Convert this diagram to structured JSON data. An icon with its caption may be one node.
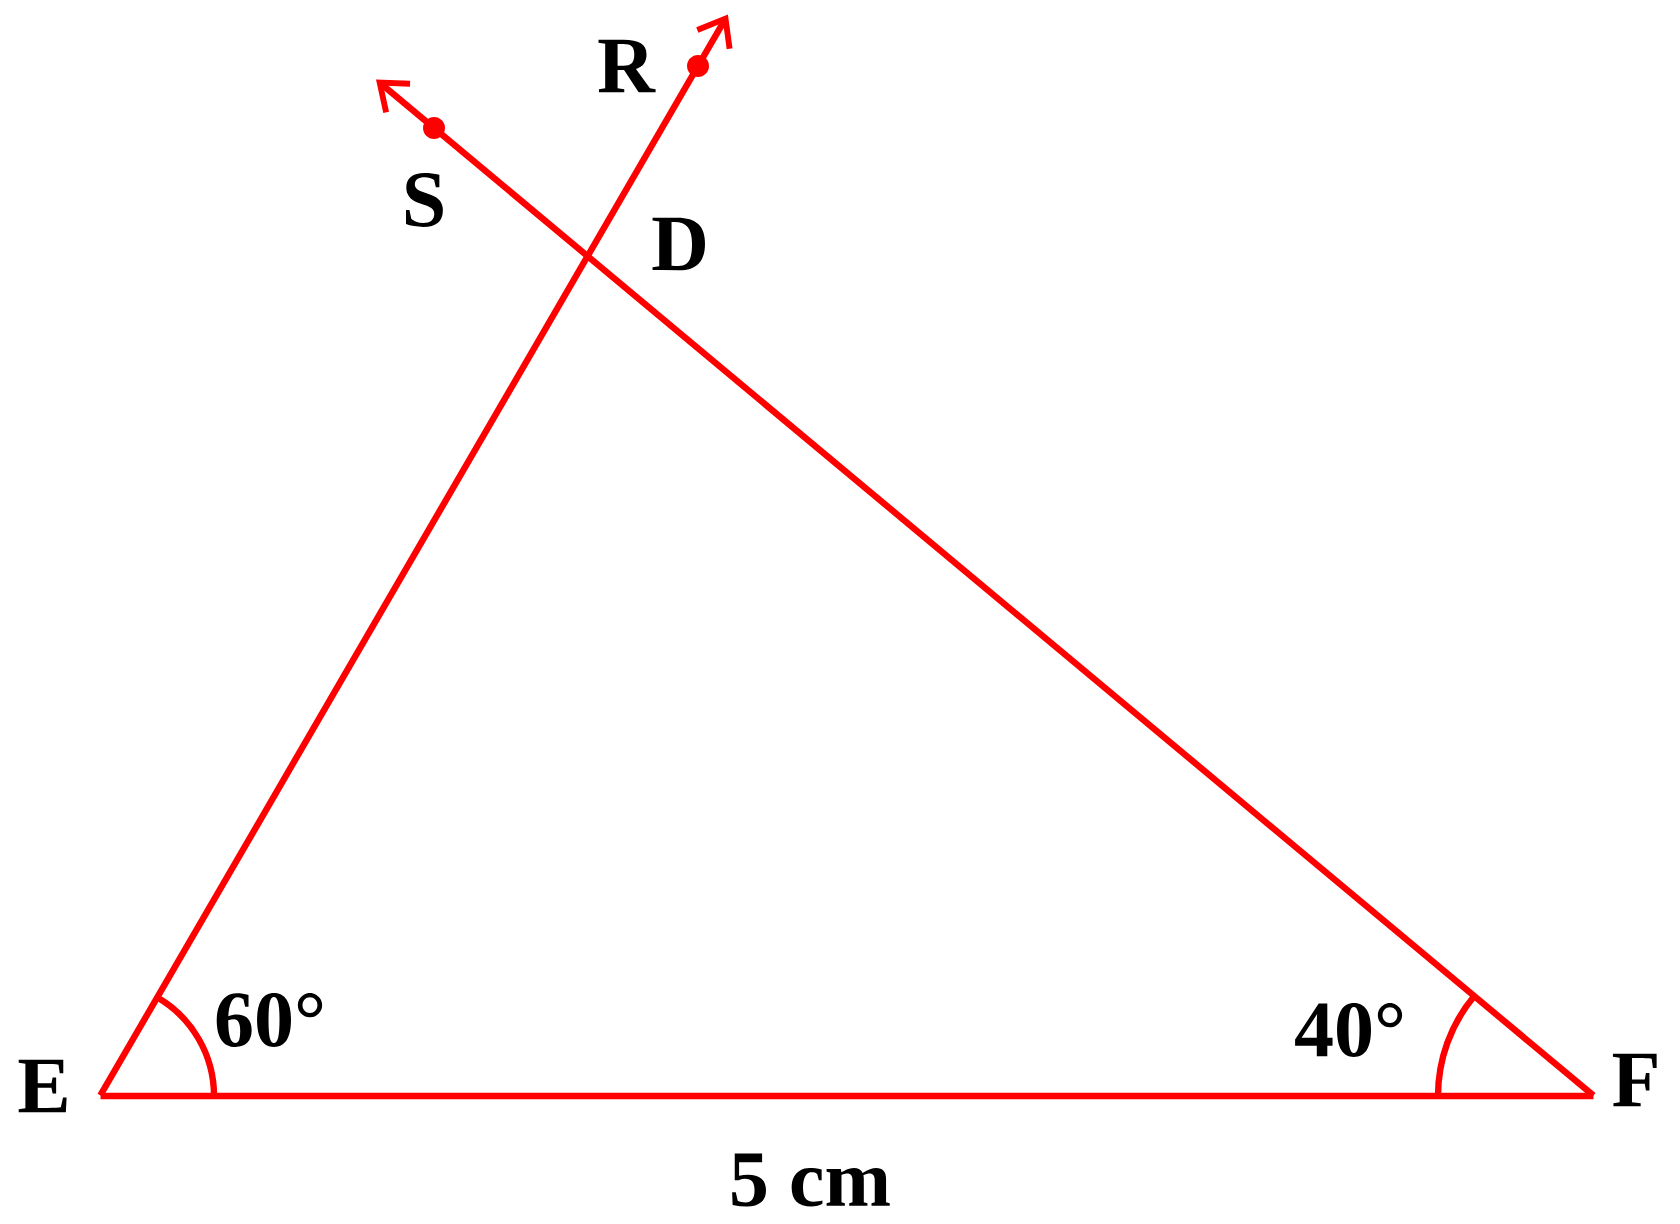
{
  "diagram": {
    "nodes": [
      {
        "text": [
          "E"
        ]
      },
      {
        "text": [
          "F"
        ]
      },
      {
        "text": [
          "R"
        ]
      },
      {
        "text": [
          "S"
        ]
      }
    ],
    "edges": [
      {
        "from": 0,
        "to": 1,
        "arrow": "none"
      },
      {
        "from": 0,
        "to": 2,
        "arrow": "to"
      },
      {
        "from": 1,
        "to": 3,
        "arrow": "to"
      }
    ],
    "labels": [
      "D",
      "60°",
      "40°",
      "5 cm"
    ]
  }
}
